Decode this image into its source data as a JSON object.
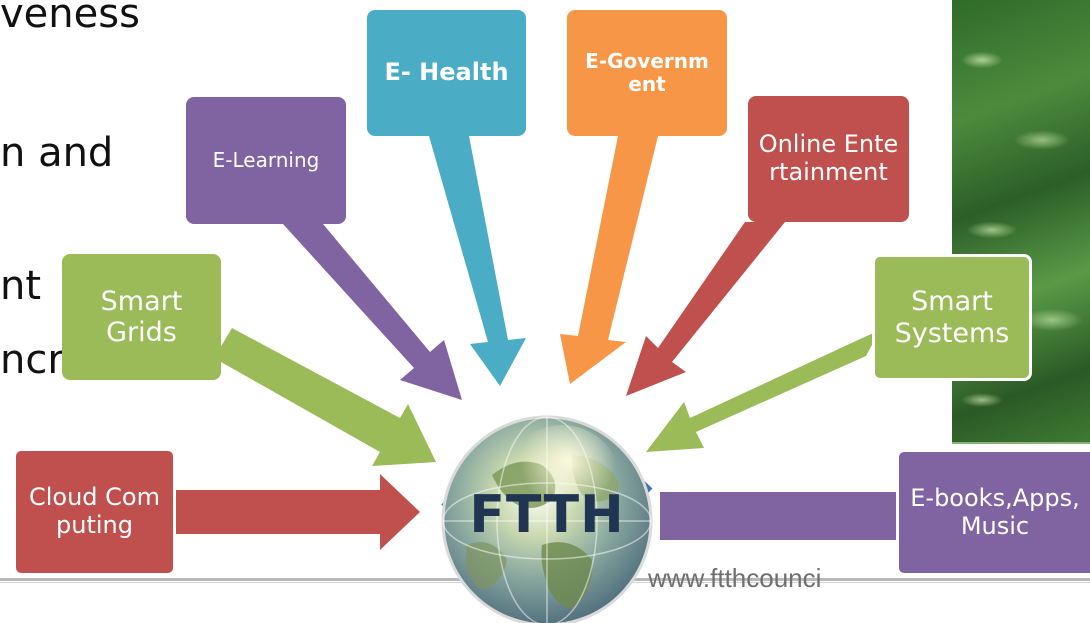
{
  "background_text": {
    "line1": "veness",
    "line2": "n and",
    "line3": "nt",
    "line4": "ncrease"
  },
  "website": "www.ftthcounci",
  "hub": {
    "label": "FTTH"
  },
  "services": {
    "smart_grids": "Smart Grids",
    "e_learning": "E-Learning",
    "e_health": "E- Health",
    "e_government": "E-Government",
    "online_entertainment": "Online Entertainment",
    "smart_systems": "Smart Systems",
    "cloud_computing": "Cloud Computing",
    "ebooks": "E-books,Apps, Music"
  },
  "colors": {
    "green": "#9bbb59",
    "purple": "#8064a2",
    "teal": "#4bacc6",
    "orange": "#f79646",
    "red": "#c0504d",
    "hub_text": "#1f3552"
  }
}
